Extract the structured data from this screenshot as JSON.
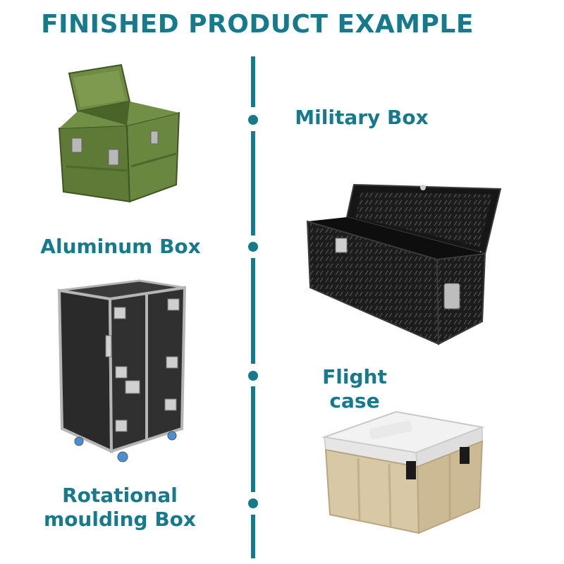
{
  "title": "FINISHED PRODUCT EXAMPLE",
  "labels": {
    "military_box": "Military Box",
    "aluminum_box": "Aluminum Box",
    "flight_case": "Flight case",
    "rotational_line1": "Rotational",
    "rotational_line2": "moulding Box"
  },
  "colors": {
    "accent": "#147a8c",
    "military_green": "#5e7a36",
    "aluminum_black": "#1c1c1c",
    "flight_case_black": "#2a2a2a",
    "rotational_tan": "#d8c8a6",
    "rotational_lid": "#f2f2f2"
  }
}
